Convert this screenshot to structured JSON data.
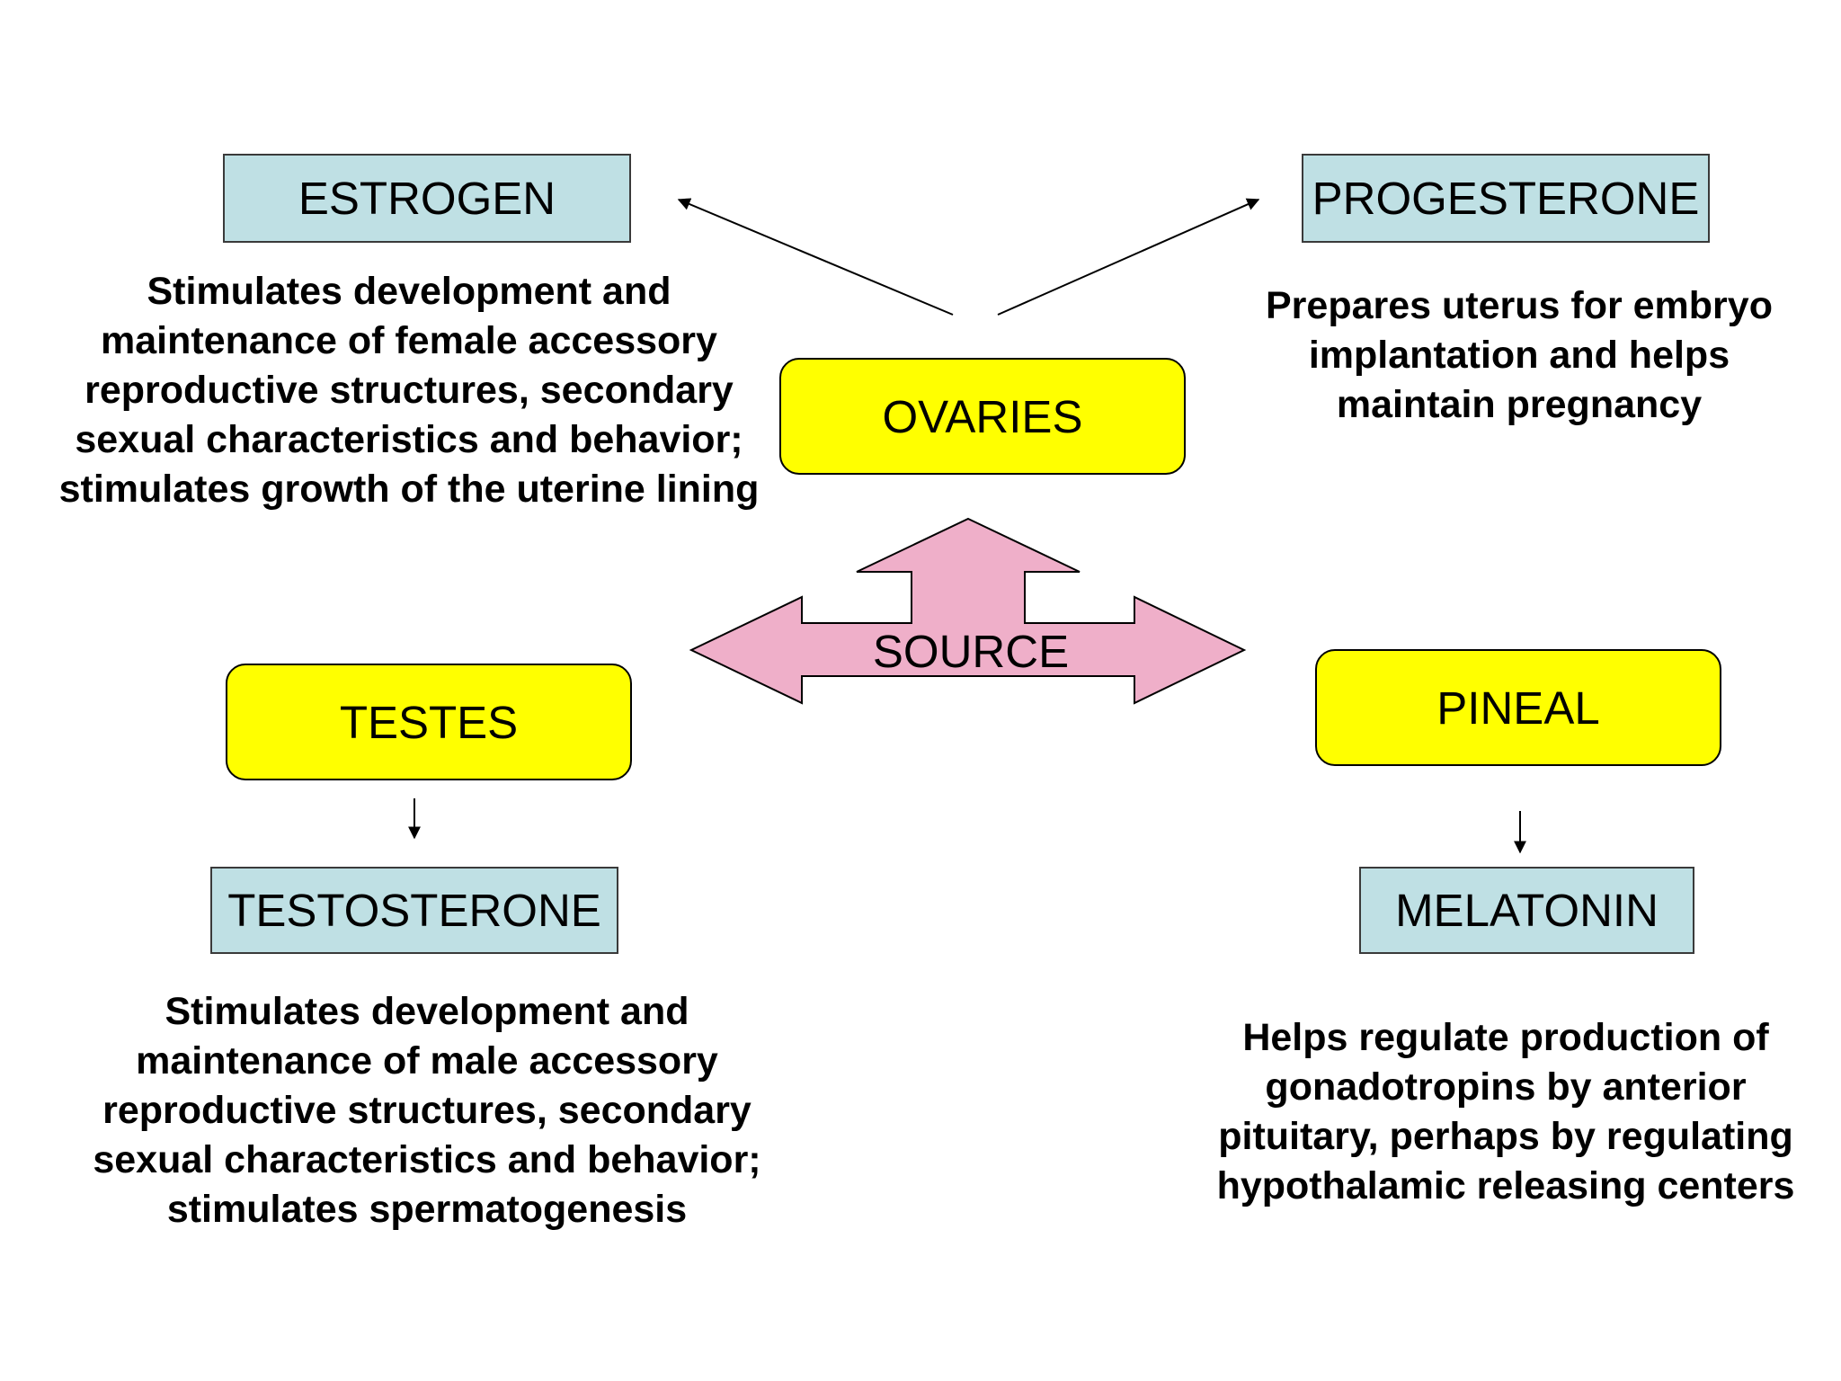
{
  "center": {
    "label": "SOURCE"
  },
  "sources": {
    "ovaries": "OVARIES",
    "testes": "TESTES",
    "pineal": "PINEAL"
  },
  "hormones": {
    "estrogen": {
      "name": "ESTROGEN",
      "description": [
        "Stimulates development and",
        "maintenance of female accessory",
        "reproductive structures, secondary",
        "sexual characteristics and behavior;",
        "stimulates growth of the uterine lining"
      ]
    },
    "progesterone": {
      "name": "PROGESTERONE",
      "description": [
        "Prepares uterus for embryo",
        "implantation and helps",
        "maintain pregnancy"
      ]
    },
    "testosterone": {
      "name": "TESTOSTERONE",
      "description": [
        "Stimulates development and",
        "maintenance of male accessory",
        "reproductive structures, secondary",
        "sexual characteristics and behavior;",
        "stimulates spermatogenesis"
      ]
    },
    "melatonin": {
      "name": "MELATONIN",
      "description": [
        "Helps regulate production of",
        "gonadotropins by anterior",
        "pituitary, perhaps by regulating",
        "hypothalamic releasing centers"
      ]
    }
  },
  "colors": {
    "hormone_box": "#bfe0e4",
    "source_box": "#ffff00",
    "center_arrow": "#efafc9"
  }
}
